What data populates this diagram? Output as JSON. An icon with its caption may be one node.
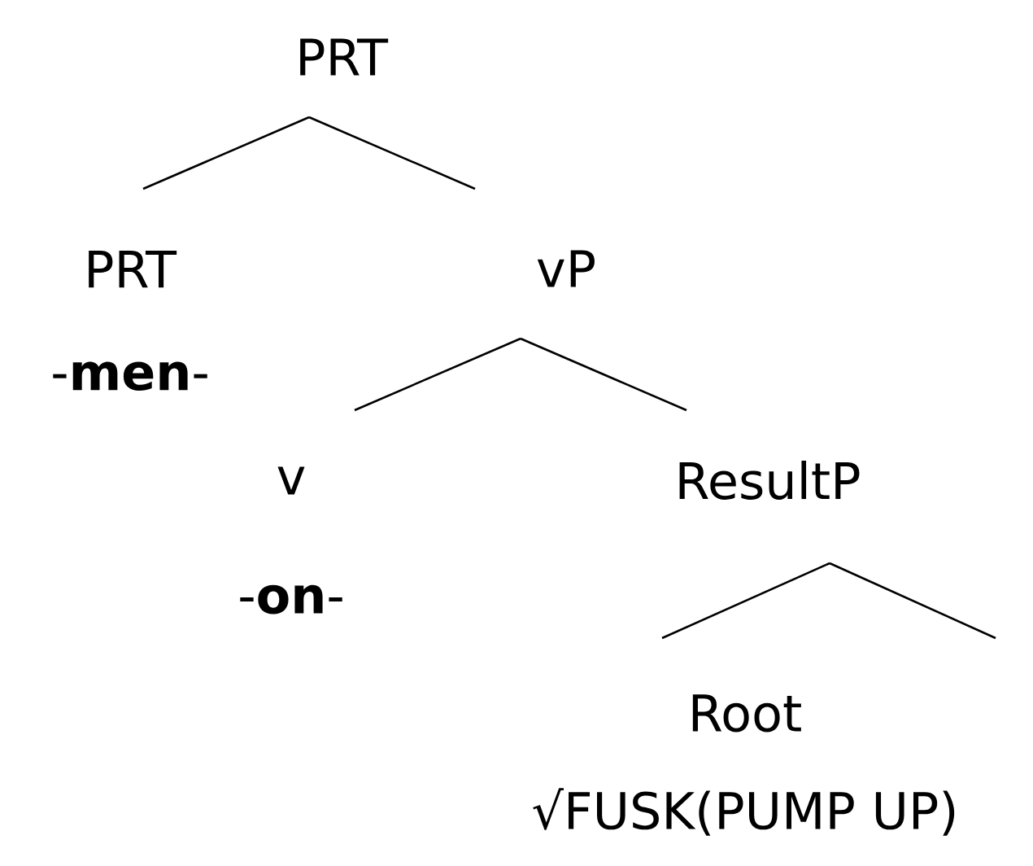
{
  "diagram": {
    "nodes": [
      {
        "text": [
          "PRT"
        ]
      },
      {
        "text": [
          "PRT",
          "-**men**-"
        ]
      },
      {
        "text": [
          "vP"
        ]
      },
      {
        "text": [
          "v",
          "-**on**-"
        ]
      },
      {
        "text": [
          "ResultP"
        ]
      },
      {
        "text": [
          "Root",
          "√FUSK(PUMP UP)"
        ]
      }
    ],
    "edges": [
      {
        "from": 0,
        "to": 1,
        "arrow": "none"
      },
      {
        "from": 0,
        "to": 2,
        "arrow": "none"
      },
      {
        "from": 2,
        "to": 3,
        "arrow": "none"
      },
      {
        "from": 2,
        "to": 4,
        "arrow": "none"
      },
      {
        "from": 4,
        "to": 5,
        "arrow": "none"
      },
      {
        "from": 4,
        "to": null,
        "arrow": "none"
      }
    ]
  }
}
